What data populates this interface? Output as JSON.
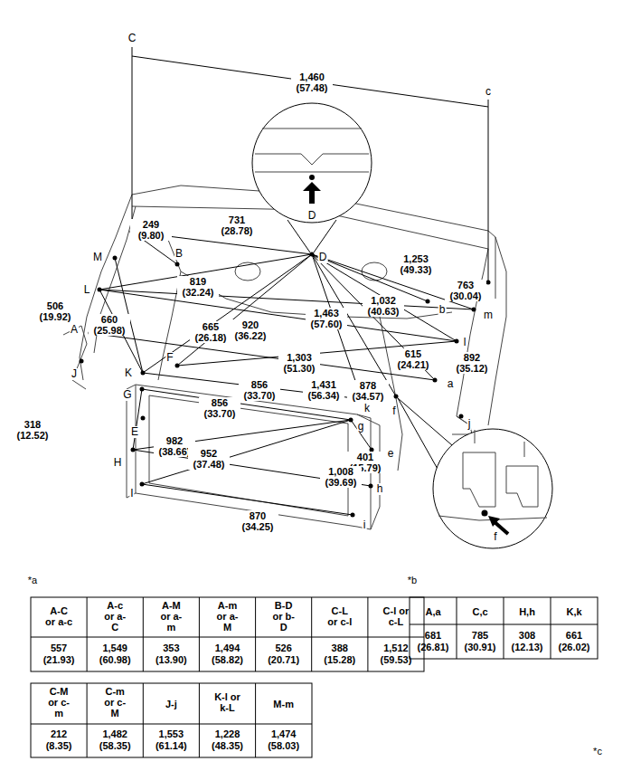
{
  "diagram": {
    "labels": [
      "C",
      "c",
      "1,460 (57.48)",
      "D",
      "249 (9.80)",
      "731 (28.78)",
      "D",
      "M",
      "B",
      "1,253 (49.33)",
      "819 (32.24)",
      "L",
      "763 (30.04)",
      "1,032 (40.63)",
      "b",
      "m",
      "506 (19.92)",
      "660 (25.98)",
      "665 (26.18)",
      "920 (36.22)",
      "1,463 (57.60)",
      "A",
      "1,303 (51.30)",
      "615 (24.21)",
      "892 (35.12)",
      "l",
      "J",
      "F",
      "K",
      "1,431 (56.34)",
      "856 (33.70)",
      "878 (34.57)",
      "a",
      "G",
      "856 (33.70)",
      "k",
      "f",
      "j",
      "g",
      "318 (12.52)",
      "E",
      "982 (38.66)",
      "952 (37.48)",
      "401 (15.79)",
      "e",
      "H",
      "1,008 (39.69)",
      "h",
      "I",
      "870 (34.25)",
      "i",
      "f",
      "*a",
      "A-C or a-c",
      "A-c or a-C",
      "A-M or a-m",
      "A-m or a-M",
      "B-D or b-D",
      "C-L or c-l",
      "C-l or c-L",
      "557 (21.93)",
      "1,549 (60.98)",
      "353 (13.90)",
      "1,494 (58.82)",
      "526 (20.71)",
      "388 (15.28)",
      "1,512 (59.53)",
      "C-M or c-m",
      "C-m or c-M",
      "J-j",
      "K-l or k-L",
      "M-m",
      "212 (8.35)",
      "1,482 (58.35)",
      "1,553 (61.14)",
      "1,228 (48.35)",
      "1,474 (58.03)",
      "*b",
      "A,a",
      "C,c",
      "H,h",
      "K,k",
      "681 (26.81)",
      "785 (30.91)",
      "308 (12.13)",
      "661 (26.02)",
      "*c"
    ]
  }
}
